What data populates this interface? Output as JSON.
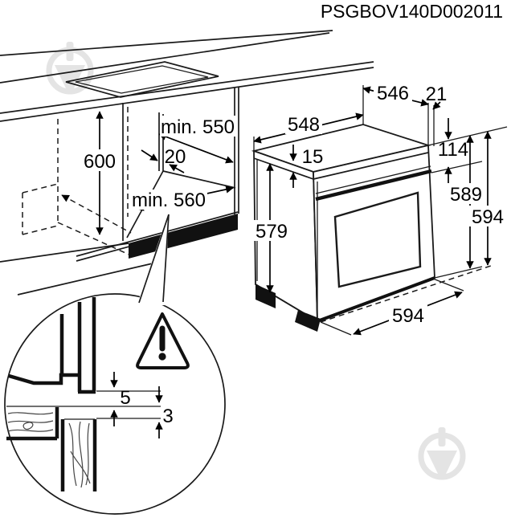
{
  "drawing_code": "PSGBOV140D002011",
  "colors": {
    "line": "#1a1a1a",
    "watermark": "#e4e4e4",
    "background": "#ffffff"
  },
  "cabinet_dims": {
    "niche_height": "600",
    "niche_depth_min": "min. 550",
    "rear_gap": "20",
    "niche_width_min": "min. 560"
  },
  "oven_dims": {
    "body_width": "548",
    "body_depth": "546",
    "door_overhang": "21",
    "top_panel_thickness": "15",
    "control_panel_height": "114",
    "height_body": "589",
    "height_total": "594",
    "side_height": "579",
    "front_width": "594"
  },
  "detail_dims": {
    "top_clearance": "5",
    "worktop_clearance": "3"
  },
  "icons": {
    "warning": "warning-triangle-icon",
    "brand_watermark": "electrolux-watermark-icon"
  }
}
